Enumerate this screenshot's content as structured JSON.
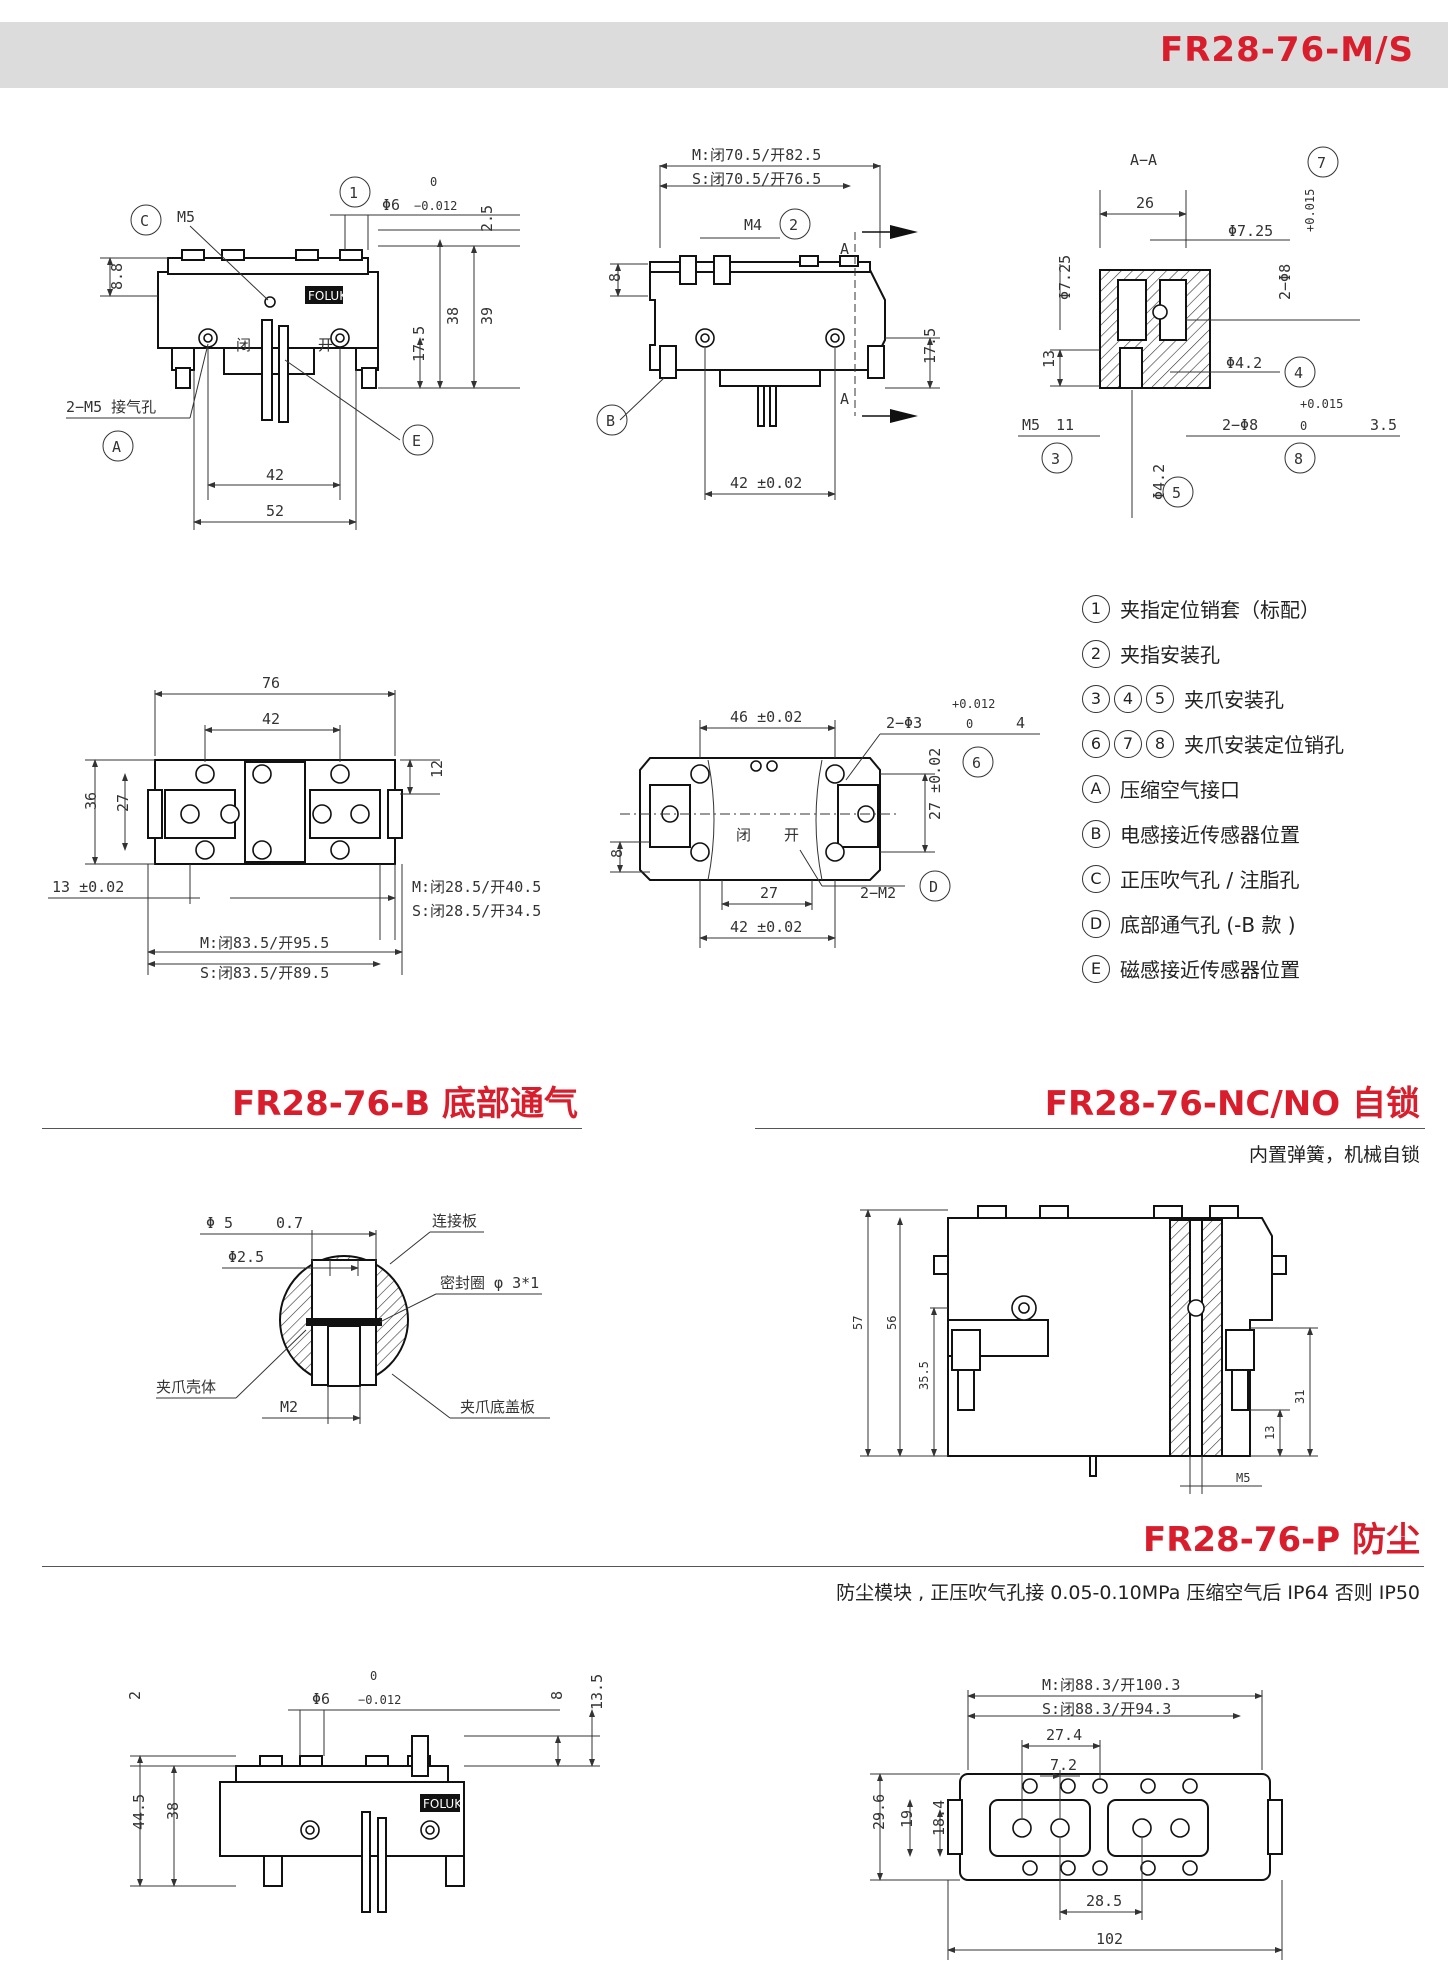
{
  "header": {
    "title": "FR28-76-M/S"
  },
  "sections": {
    "b": {
      "title": "FR28-76-B 底部通气"
    },
    "nc": {
      "title": "FR28-76-NC/NO 自锁",
      "note": "内置弹簧，机械自锁"
    },
    "p": {
      "title": "FR28-76-P 防尘",
      "note": "防尘模块 , 正压吹气孔接 0.05-0.10MPa 压缩空气后 IP64 否则 IP50"
    }
  },
  "legend": [
    {
      "marks": [
        "1"
      ],
      "text": "夹指定位销套（标配）"
    },
    {
      "marks": [
        "2"
      ],
      "text": "夹指安装孔"
    },
    {
      "marks": [
        "3",
        "4",
        "5"
      ],
      "text": "夹爪安装孔"
    },
    {
      "marks": [
        "6",
        "7",
        "8"
      ],
      "text": "夹爪安装定位销孔"
    },
    {
      "marks": [
        "A"
      ],
      "text": "压缩空气接口"
    },
    {
      "marks": [
        "B"
      ],
      "text": "电感接近传感器位置"
    },
    {
      "marks": [
        "C"
      ],
      "text": "正压吹气孔 / 注脂孔"
    },
    {
      "marks": [
        "D"
      ],
      "text": "底部通气孔 (-B 款 )"
    },
    {
      "marks": [
        "E"
      ],
      "text": "磁感接近传感器位置"
    }
  ],
  "drawings": {
    "front": {
      "brand": "FOLUK",
      "balloons": [
        "C",
        "1",
        "A",
        "E"
      ],
      "labels": {
        "m5": "M5",
        "ports": "2−M5 接气孔",
        "phi6": "Φ6",
        "tol_top": "0",
        "tol_bot": "−0.012",
        "close": "闭",
        "open": "开"
      },
      "dims": {
        "d88": "8.8",
        "d25": "2.5",
        "d38": "38",
        "d39": "39",
        "d175": "17.5",
        "d42": "42",
        "d52": "52"
      }
    },
    "side": {
      "balloons": [
        "2",
        "B"
      ],
      "labels": {
        "m": "M:闭70.5/开82.5",
        "s": "S:闭70.5/开76.5",
        "m4": "M4",
        "a": "A"
      },
      "dims": {
        "d8": "8",
        "d175": "17.5",
        "d42": "42 ±0.02"
      }
    },
    "section": {
      "title": "A−A",
      "balloons": [
        "7",
        "4",
        "3",
        "8",
        "5"
      ],
      "labels": {
        "phi725a": "Φ7.25",
        "phi725b": "Φ7.25",
        "phi42a": "Φ4.2",
        "phi42b": "Φ4.2",
        "m5": "M5",
        "d11": "11",
        "d8x": "2−Φ8",
        "d35": "3.5",
        "tol1": "+0.015",
        "tol0": "0",
        "pin": "2−Φ8"
      },
      "dims": {
        "d26": "26",
        "d13": "13"
      }
    },
    "top": {
      "dims": {
        "d76": "76",
        "d42": "42",
        "d36": "36",
        "d27": "27",
        "d12": "12",
        "d13": "13 ±0.02"
      },
      "labels": {
        "m": "M:闭28.5/开40.5",
        "s": "S:闭28.5/开34.5",
        "mb": "M:闭83.5/开95.5",
        "sb": "S:闭83.5/开89.5"
      }
    },
    "bottom": {
      "balloons": [
        "6",
        "D"
      ],
      "labels": {
        "d46": "46 ±0.02",
        "holes": "2−Φ3",
        "tol1": "+0.012",
        "tol0": "0",
        "depth": "4",
        "m2": "2−M2",
        "close": "闭",
        "open": "开"
      },
      "dims": {
        "d8": "8",
        "d27": "27",
        "d27b": "27 ±0.02",
        "d42": "42 ±0.02"
      }
    },
    "detail_b": {
      "labels": {
        "phi5": "Φ 5",
        "dep": "0.7",
        "phi25": "Φ2.5",
        "plate": "连接板",
        "seal": "密封圈 φ 3*1",
        "shell": "夹爪壳体",
        "m2": "M2",
        "cover": "夹爪底盖板"
      }
    },
    "nc": {
      "dims": {
        "d57": "57",
        "d56": "56",
        "d355": "35.5",
        "d31": "31",
        "d13": "13",
        "m5": "M5"
      }
    },
    "p_front": {
      "brand": "FOLUK",
      "labels": {
        "phi6": "Φ6",
        "tol_top": "0",
        "tol_bot": "−0.012"
      },
      "dims": {
        "d2": "2",
        "d8": "8",
        "d135": "13.5",
        "d445": "44.5",
        "d38": "38"
      }
    },
    "p_top": {
      "labels": {
        "m": "M:闭88.3/开100.3",
        "s": "S:闭88.3/开94.3"
      },
      "dims": {
        "d274": "27.4",
        "d72": "7.2",
        "d296": "29.6",
        "d19": "19",
        "d184": "18.4",
        "d285": "28.5",
        "d102": "102"
      }
    }
  },
  "colors": {
    "accent": "#d81e2c",
    "band": "#dcdcdc"
  }
}
